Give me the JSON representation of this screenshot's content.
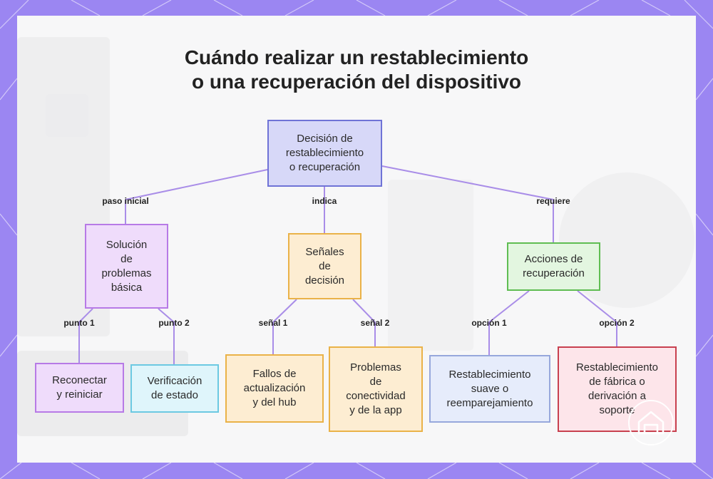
{
  "title": {
    "line1": "Cuándo realizar un restablecimiento",
    "line2": "o una recuperación del dispositivo"
  },
  "colors": {
    "frame": "#9b86f2",
    "link": "#a98de8",
    "root": {
      "fill": "#d7d8f8",
      "border": "#6f73d6"
    },
    "purple": {
      "fill": "#efdcfb",
      "border": "#b77ae6"
    },
    "orange": {
      "fill": "#fdedd2",
      "border": "#eab248"
    },
    "green": {
      "fill": "#e3f6e0",
      "border": "#5fbd52"
    },
    "cyan": {
      "fill": "#dff5fb",
      "border": "#6cc9e2"
    },
    "blue": {
      "fill": "#e6ecfb",
      "border": "#97a8dc"
    },
    "red": {
      "fill": "#fde5ea",
      "border": "#c8404f"
    }
  },
  "nodes": {
    "root": "Decisión de\nrestablecimiento\no recuperación",
    "basic": "Solución\nde\nproblemas\nbásica",
    "signals": "Señales\nde\ndecisión",
    "actions": "Acciones de\nrecuperación",
    "reconnect": "Reconectar\ny reiniciar",
    "verify": "Verificación\nde estado",
    "update_fail": "Fallos de\nactualización\ny del hub",
    "connectivity": "Problemas\nde\nconectividad\ny de la app",
    "soft_reset": "Restablecimiento\nsuave o\nreemparejamiento",
    "factory_reset": "Restablecimiento\nde fábrica o\nderivación a\nsoporte"
  },
  "edges": {
    "first_step": "paso inicial",
    "indicates": "indica",
    "requires": "requiere",
    "step1": "punto 1",
    "step2": "punto 2",
    "signal1": "señal 1",
    "signal2": "señal 2",
    "option1": "opción 1",
    "option2": "opción 2"
  },
  "icons": {
    "watermark": "house-logo-icon"
  }
}
